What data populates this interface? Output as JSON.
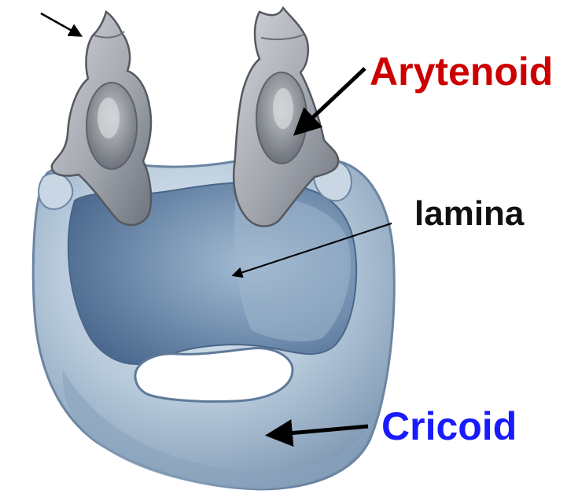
{
  "labels": {
    "arytenoid": "Arytenoid",
    "lamina": "lamina",
    "cricoid": "Cricoid"
  },
  "colors": {
    "arytenoid": "#cc0000",
    "lamina": "#111111",
    "cricoid": "#1a1aff"
  }
}
